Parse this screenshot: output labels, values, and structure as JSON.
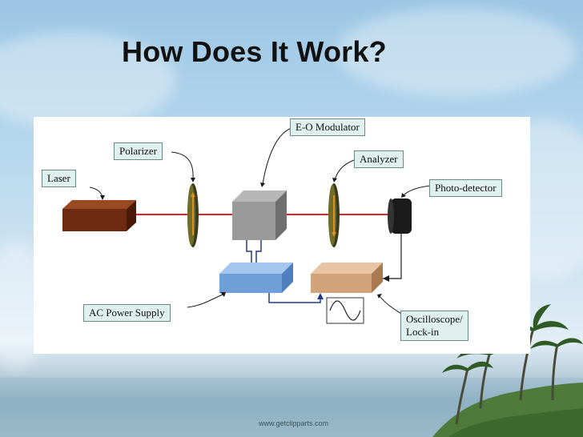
{
  "slide": {
    "title": "How Does It Work?",
    "credit": "www.getclipparts.com"
  },
  "diagram": {
    "labels": {
      "laser": "Laser",
      "polarizer": "Polarizer",
      "eo_modulator": "E-O Modulator",
      "analyzer": "Analyzer",
      "photo_detector": "Photo-detector",
      "ac_power_supply": "AC Power Supply",
      "oscilloscope_line1": "Oscilloscope/",
      "oscilloscope_line2": "Lock-in"
    },
    "colors": {
      "beam": "#e0242a",
      "laser": "#6e2a10",
      "modulator": "#9a9a9a",
      "power_supply": "#6f9fd6",
      "oscilloscope": "#d2a27a",
      "label_bg": "#dff0ee"
    }
  }
}
